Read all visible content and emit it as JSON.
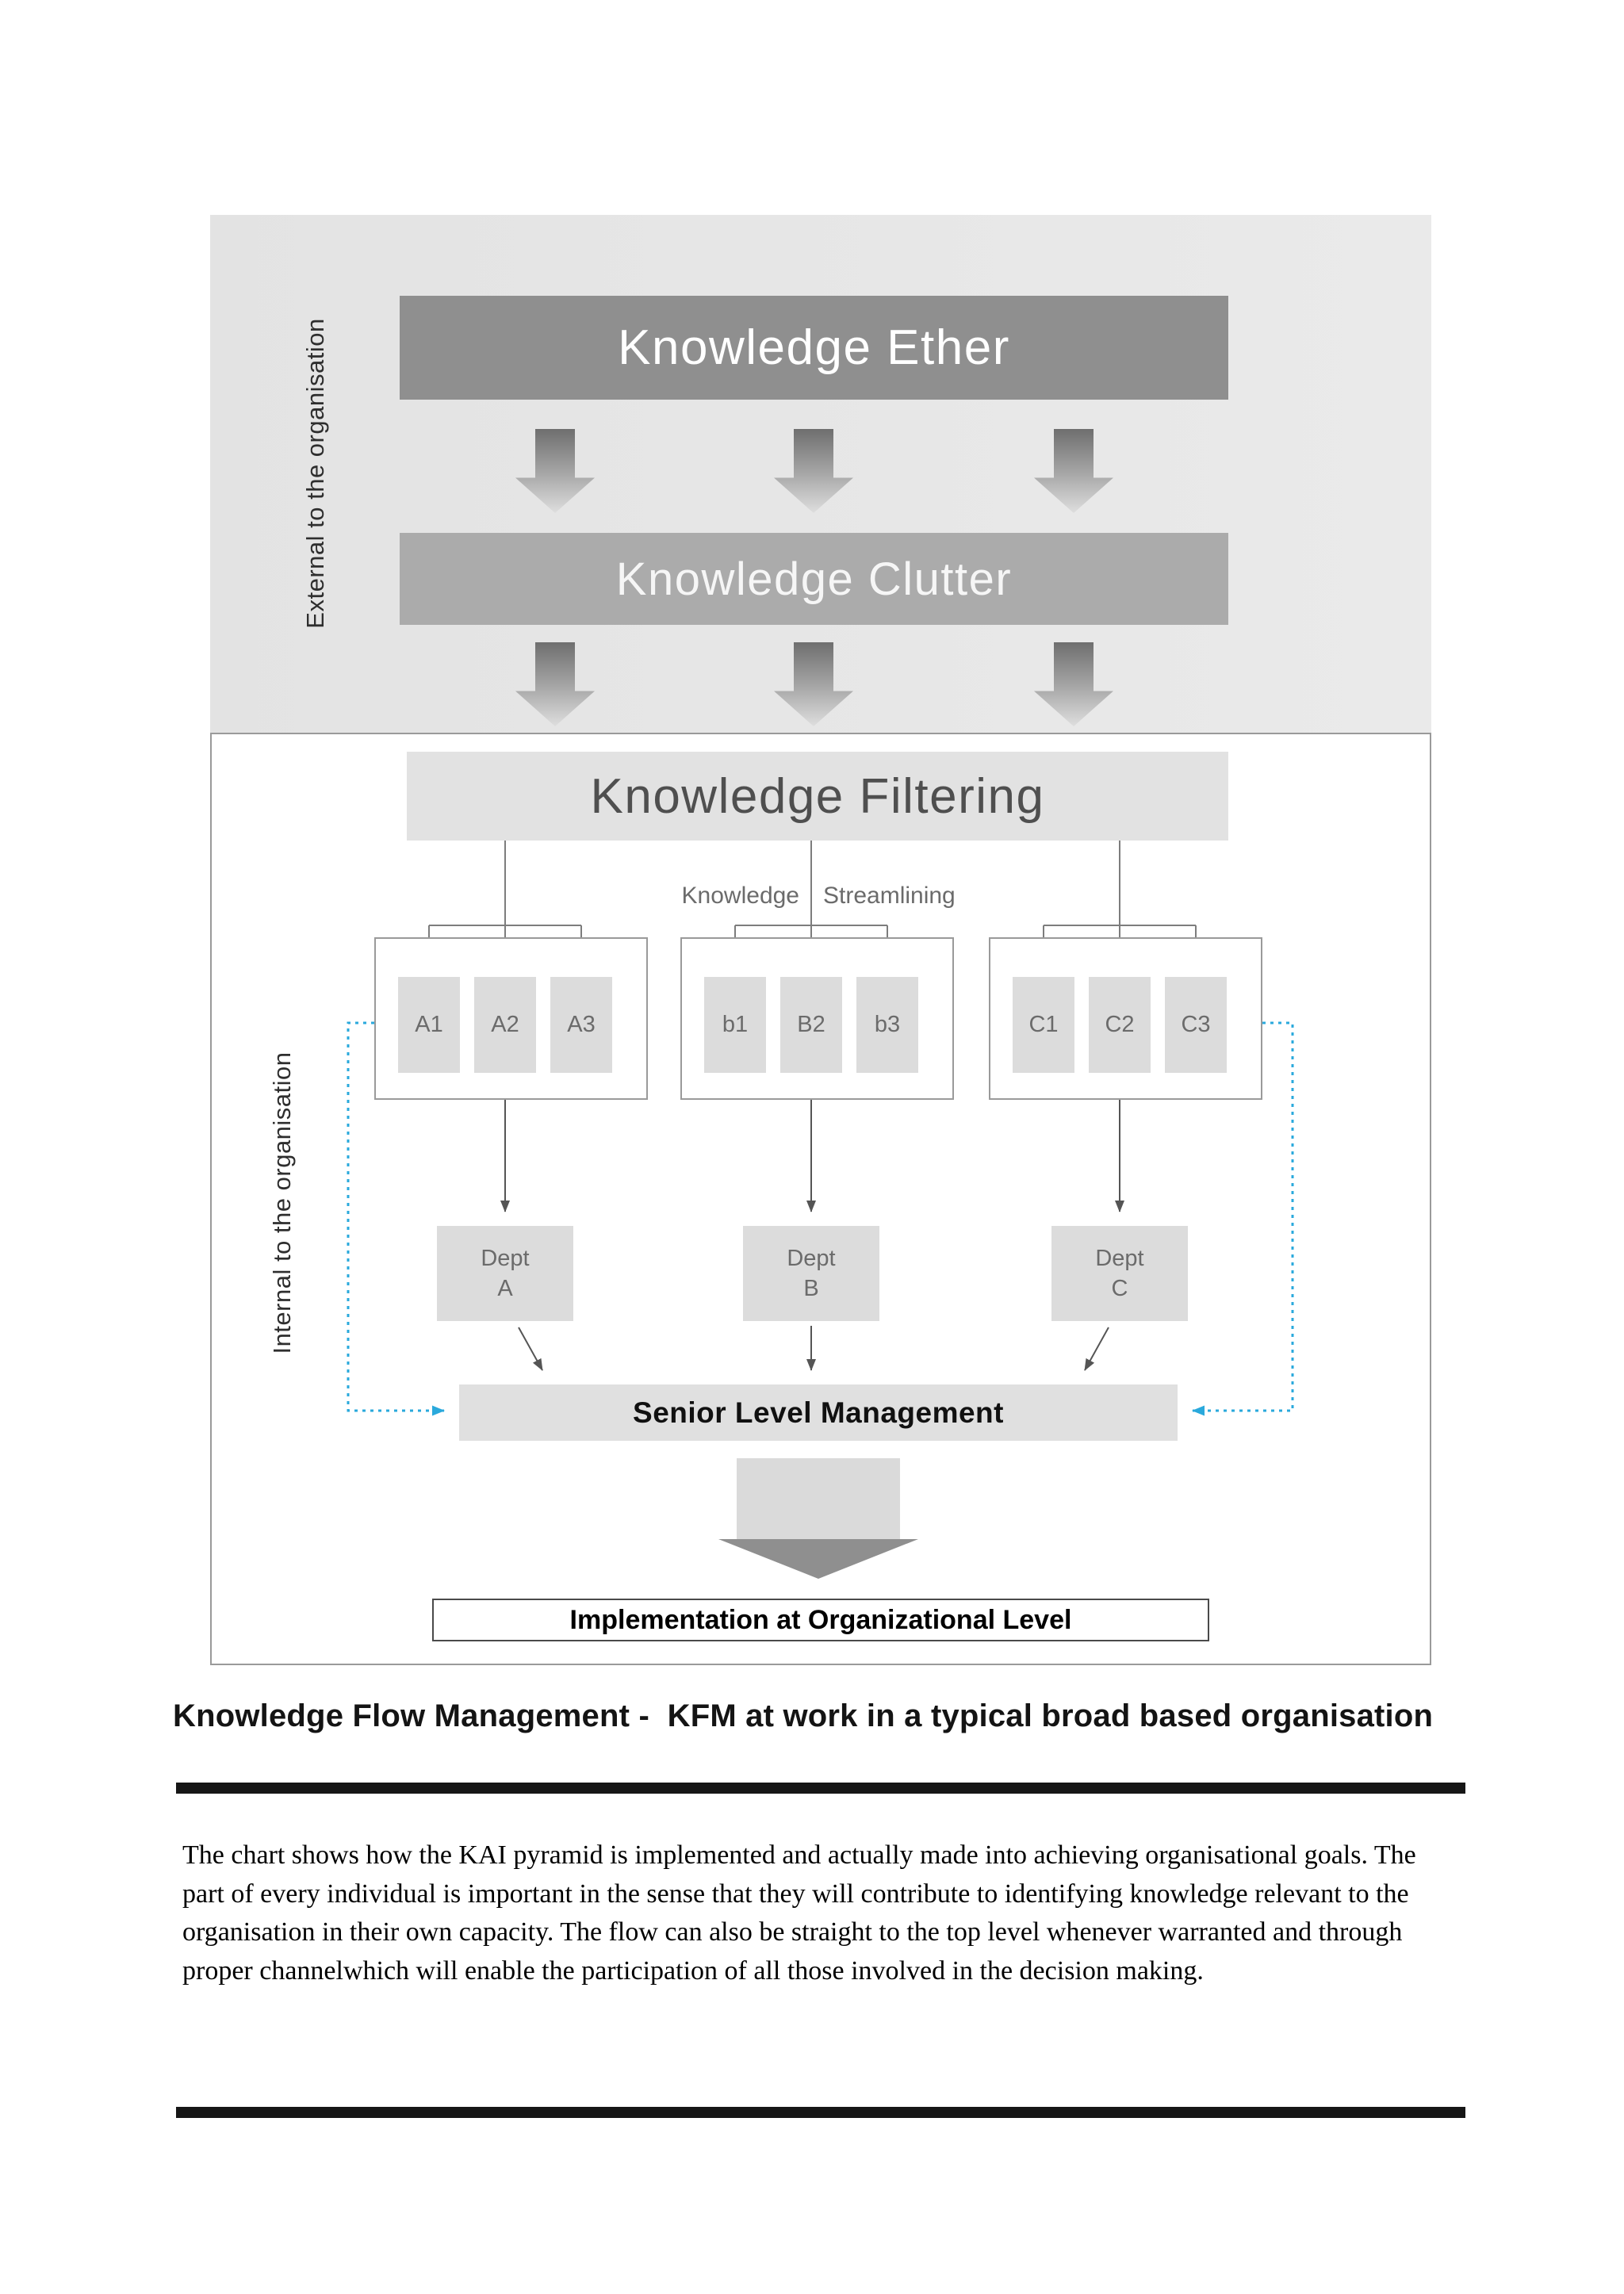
{
  "diagram": {
    "external_label": "External to the organisation",
    "internal_label": "Internal to the organisation",
    "ether": "Knowledge Ether",
    "clutter": "Knowledge Clutter",
    "filtering": "Knowledge Filtering",
    "stream_left": "Knowledge",
    "stream_right": "Streamlining",
    "groups": [
      {
        "cells": [
          "A1",
          "A2",
          "A3"
        ],
        "dept": "Dept\nA"
      },
      {
        "cells": [
          "b1",
          "B2",
          "b3"
        ],
        "dept": "Dept\nB"
      },
      {
        "cells": [
          "C1",
          "C2",
          "C3"
        ],
        "dept": "Dept\nC"
      }
    ],
    "senior": "Senior Level Management",
    "implementation": "Implementation at Organizational Level",
    "colors": {
      "ether_bg": "#8f8f8f",
      "clutter_bg": "#ababab",
      "filtering_bg": "#e2e2e2",
      "cell_bg": "#dcdcdc",
      "external_region_bg": "#e5e5e5",
      "dotted_connector": "#2aa9dc",
      "rule_bar": "#161616"
    }
  },
  "caption": "Knowledge Flow Management -  KFM at work in a typical broad based organisation",
  "body_text": "The chart shows how the KAI pyramid is implemented and actually made into achieving organisational goals. The part of every individual is important in the sense that they will contribute to identifying knowledge relevant to the organisation in their own capacity. The flow can also be straight to the top level whenever warranted and through proper channelwhich will enable the participation of all those involved in the decision making."
}
